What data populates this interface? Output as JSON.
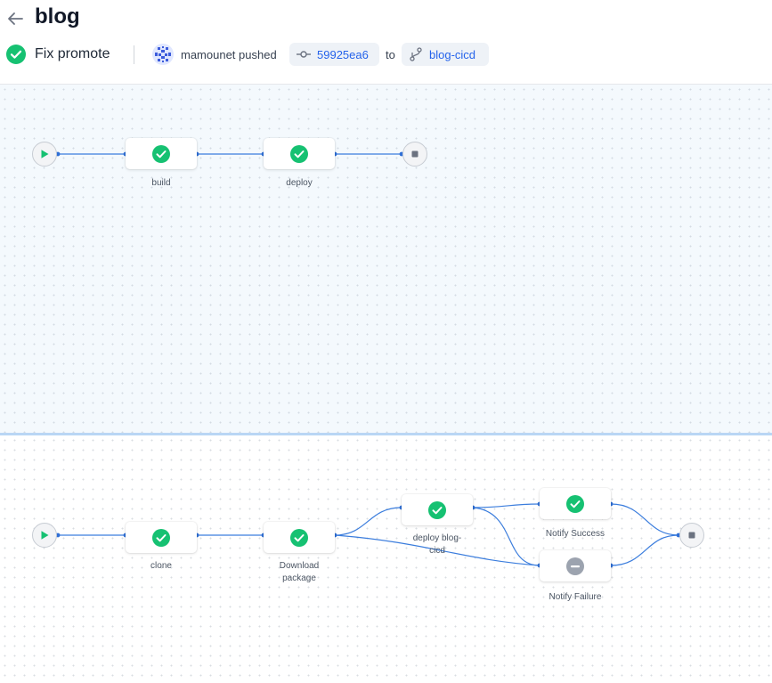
{
  "header": {
    "title": "blog",
    "commit_message": "Fix promote",
    "author_text": "mamounet pushed",
    "commit_sha": "59925ea6",
    "to_text": "to",
    "branch": "blog-cicd"
  },
  "colors": {
    "success": "#16c172",
    "skipped": "#9ca3af",
    "link": "#2563eb",
    "edge": "#3b7ddd"
  },
  "icons": {
    "back": "arrow-left-icon",
    "status": "check-circle-icon",
    "commit": "commit-icon",
    "branch": "branch-icon",
    "start": "play-icon",
    "end": "stop-icon"
  },
  "pipelines": {
    "top": {
      "steps": [
        {
          "label": "build",
          "status": "success"
        },
        {
          "label": "deploy",
          "status": "success"
        }
      ]
    },
    "bottom": {
      "steps": [
        {
          "label": "clone",
          "status": "success"
        },
        {
          "label": "Download package",
          "status": "success"
        },
        {
          "label": "deploy blog-cicd",
          "status": "success"
        },
        {
          "label": "Notify Success",
          "status": "success"
        },
        {
          "label": "Notify Failure",
          "status": "skipped"
        }
      ]
    }
  }
}
